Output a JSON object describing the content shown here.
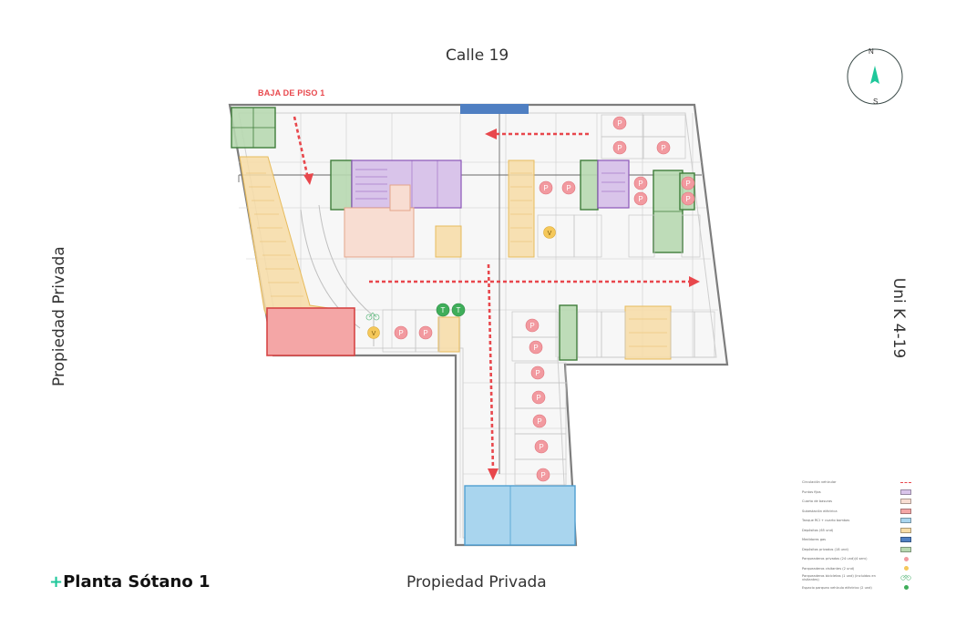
{
  "title": {
    "plus": "+",
    "text": "Planta Sótano 1"
  },
  "streets": {
    "north": "Calle 19",
    "south": "Propiedad Privada",
    "west": "Propiedad Privada",
    "east": "Uni K 4-19"
  },
  "ramp_label": "BAJA DE PISO 1",
  "compass": {
    "north": "N",
    "south": "S"
  },
  "markers": {
    "parking": "P",
    "visitor": "V",
    "tiny": "T"
  },
  "legend": [
    {
      "label": "Circulación vehicular",
      "type": "arrow",
      "color": "#e8474c"
    },
    {
      "label": "Puntos fijos",
      "type": "swatch",
      "color": "#d9c4ea"
    },
    {
      "label": "Cuarto de basuras",
      "type": "swatch",
      "color": "#f8ddd2"
    },
    {
      "label": "Subestación eléctrica",
      "type": "swatch",
      "color": "#f4a6a6"
    },
    {
      "label": "Tanque RCI + cuarto bombas",
      "type": "swatch",
      "color": "#a9d5ee"
    },
    {
      "label": "Depósitos (65 und)",
      "type": "swatch",
      "color": "#f7dca6"
    },
    {
      "label": "Medidores gas",
      "type": "swatch",
      "color": "#4f7fc2"
    },
    {
      "label": "Depósitos privados (18 und)",
      "type": "swatch",
      "color": "#b7d8b0"
    },
    {
      "label": "Parqueaderos privados (24 und)(4 serv)",
      "type": "circle",
      "color": "#f29aa0"
    },
    {
      "label": "Parqueaderos visitantes (2 und)",
      "type": "circle",
      "color": "#f5c85a"
    },
    {
      "label": "Parqueaderos bicicletas (1 und) (incluidos en visitantes)",
      "type": "bike",
      "color": "#6dbf8a"
    },
    {
      "label": "Espacio parqueo vehículo eléctrico (2 und)",
      "type": "circle",
      "color": "#3fae5a"
    }
  ]
}
